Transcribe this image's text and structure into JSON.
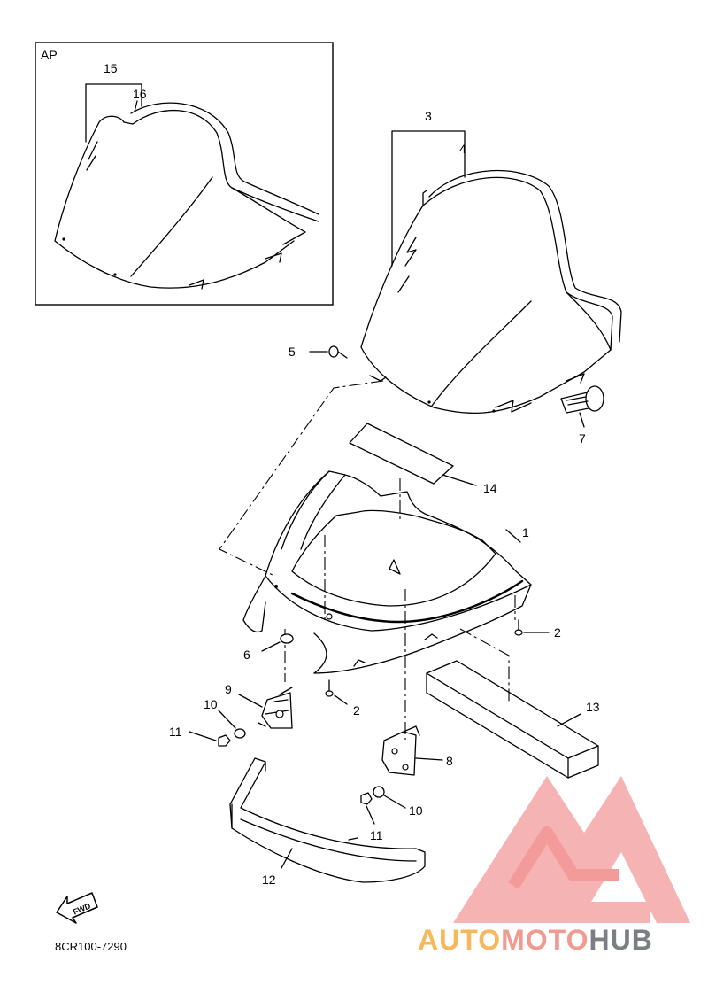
{
  "inset": {
    "label": "AP"
  },
  "callouts": {
    "c1": "1",
    "c2a": "2",
    "c2b": "2",
    "c3": "3",
    "c4": "4",
    "c5": "5",
    "c6": "6",
    "c7": "7",
    "c8": "8",
    "c9": "9",
    "c10a": "10",
    "c10b": "10",
    "c11a": "11",
    "c11b": "11",
    "c12": "12",
    "c13": "13",
    "c14": "14",
    "c15": "15",
    "c16": "16"
  },
  "direction_badge": "FWD",
  "part_code": "8CR100-7290",
  "watermark": {
    "part1": "AUTO",
    "part2": "MOTO",
    "part3": "HUB",
    "colors": {
      "auto": "#f6b85a",
      "moto": "#f09a90",
      "hub": "#7b7f84",
      "logo": "#f28a8a"
    }
  }
}
